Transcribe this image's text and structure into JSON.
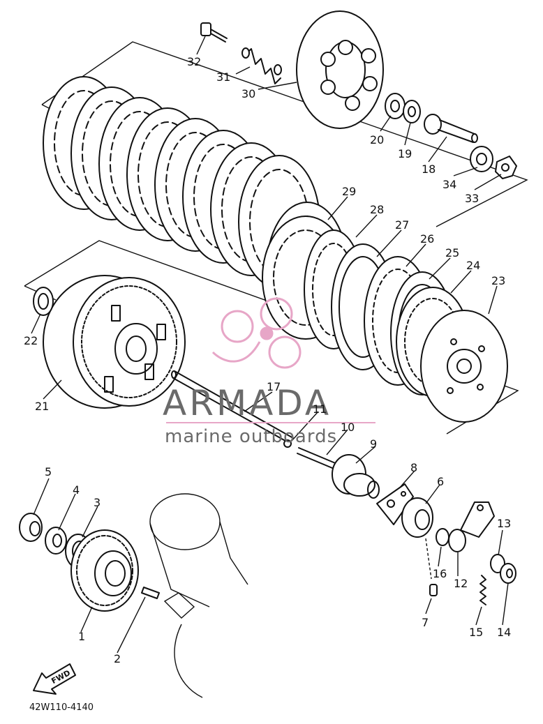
{
  "diagram_code": "42W110-4140",
  "watermark": {
    "brand": "ARMADA",
    "tagline": "marine outboards",
    "color": "#6a6a6a",
    "logo_color": "#e7a6c7"
  },
  "fwd_label": "FWD",
  "callouts": [
    "1",
    "2",
    "3",
    "4",
    "5",
    "6",
    "7",
    "8",
    "9",
    "10",
    "11",
    "12",
    "13",
    "14",
    "15",
    "16",
    "17",
    "18",
    "19",
    "20",
    "21",
    "22",
    "23",
    "24",
    "25",
    "26",
    "27",
    "28",
    "29",
    "30",
    "31",
    "32",
    "33",
    "34"
  ]
}
